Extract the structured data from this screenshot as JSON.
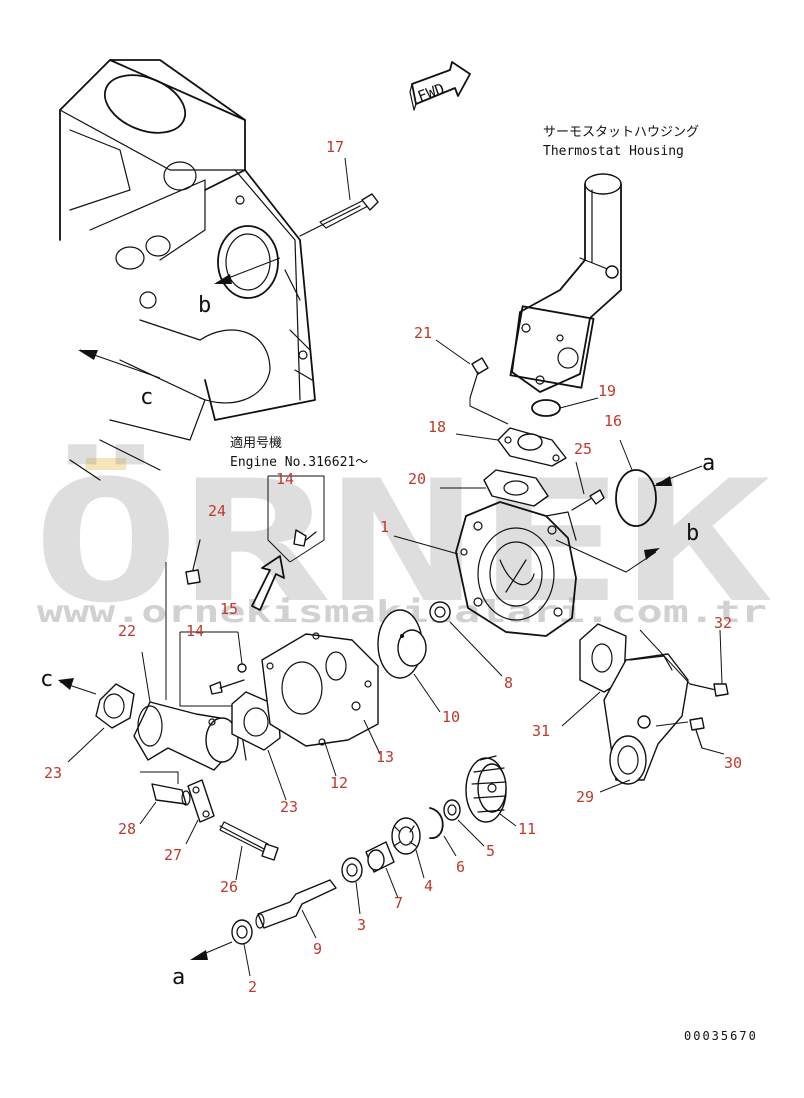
{
  "fwd_label": "FWD",
  "thermostat": {
    "jp": "サーモスタットハウジング",
    "en": "Thermostat Housing"
  },
  "applicable": {
    "jp": "適用号機",
    "en": "Engine No.316621～"
  },
  "letters": {
    "a": "a",
    "b": "b",
    "c": "c"
  },
  "watermark": {
    "brand": "ÖRNEK",
    "url": "www.ornekismakinalari.com.tr"
  },
  "drawing_number": "00035670",
  "callouts": {
    "p1": "1",
    "p2": "2",
    "p3": "3",
    "p4": "4",
    "p5": "5",
    "p6": "6",
    "p7": "7",
    "p8": "8",
    "p9": "9",
    "p10": "10",
    "p11": "11",
    "p12": "12",
    "p13": "13",
    "p14a": "14",
    "p14b": "14",
    "p15": "15",
    "p16": "16",
    "p17": "17",
    "p18": "18",
    "p19": "19",
    "p20": "20",
    "p21": "21",
    "p22": "22",
    "p23a": "23",
    "p23b": "23",
    "p24": "24",
    "p25": "25",
    "p26": "26",
    "p27": "27",
    "p28": "28",
    "p29": "29",
    "p30": "30",
    "p31": "31",
    "p32": "32"
  }
}
